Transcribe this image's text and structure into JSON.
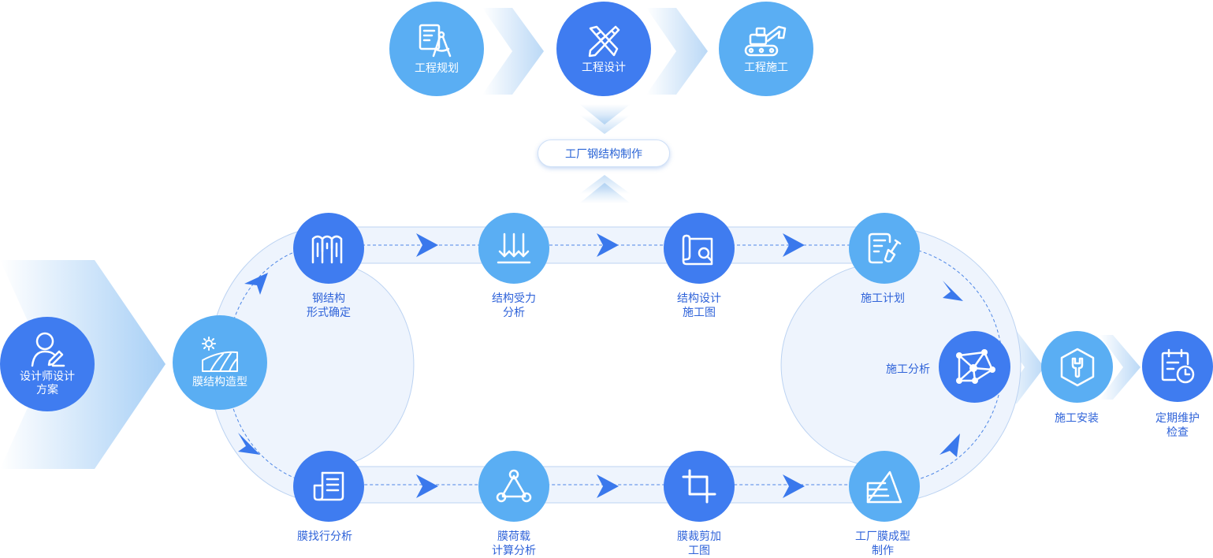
{
  "colors": {
    "dark": "#3f7cf0",
    "light": "#5aaef3",
    "text": "#2f63d9"
  },
  "top": {
    "planning": {
      "label": "工程规划",
      "icon": "drafting-compass-icon"
    },
    "design": {
      "label": "工程设计",
      "icon": "ruler-pencil-icon"
    },
    "construction": {
      "label": "工程施工",
      "icon": "excavator-icon"
    },
    "factory_pill": "工厂钢结构制作"
  },
  "start": {
    "label": "设计师设计\n方案",
    "icon": "designer-icon"
  },
  "membrane_shape": {
    "label": "膜结构造型",
    "icon": "membrane-roof-icon"
  },
  "upper_row": [
    {
      "label": "钢结构\n形式确定",
      "icon": "steel-columns-icon"
    },
    {
      "label": "结构受力\n分析",
      "icon": "force-arrows-icon"
    },
    {
      "label": "结构设计\n施工图",
      "icon": "blueprint-search-icon"
    },
    {
      "label": "施工计划",
      "icon": "plan-shovel-icon"
    }
  ],
  "lower_row": [
    {
      "label": "膜找行分析",
      "icon": "document-icon"
    },
    {
      "label": "膜荷载\n计算分析",
      "icon": "triangle-nodes-icon"
    },
    {
      "label": "膜裁剪加\n工图",
      "icon": "crop-icon"
    },
    {
      "label": "工厂膜成型\n制作",
      "icon": "pyramid-icon"
    }
  ],
  "analysis": {
    "label": "施工分析",
    "icon": "network-icon"
  },
  "install": {
    "label": "施工安装",
    "icon": "wrench-hexagon-icon"
  },
  "inspection": {
    "label": "定期维护\n检查",
    "icon": "calendar-clock-icon"
  }
}
